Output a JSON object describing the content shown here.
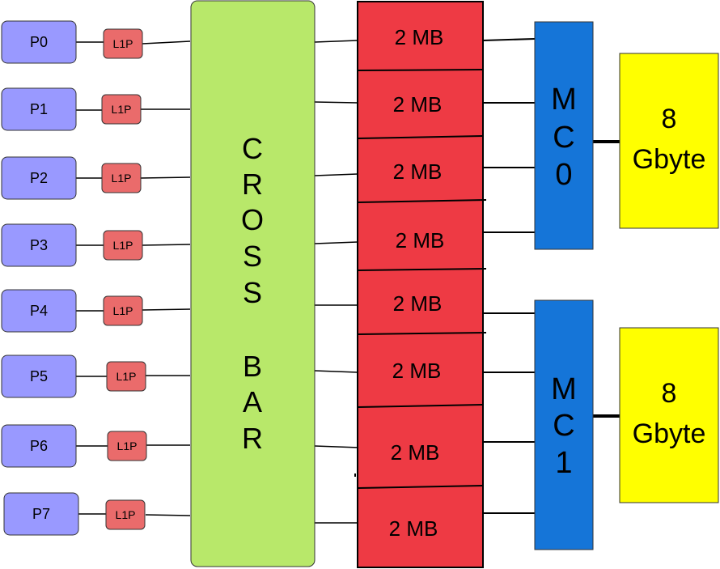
{
  "colors": {
    "processor": "#9999ff",
    "l1p": "#ea6b6b",
    "crossbar": "#b8e86a",
    "cache": "#ee3a44",
    "memory_controller": "#1575d8",
    "memory": "#ffff00",
    "line": "#000000"
  },
  "processors": [
    "P0",
    "P1",
    "P2",
    "P3",
    "P4",
    "P5",
    "P6",
    "P7"
  ],
  "l1p_label": "L1P",
  "crossbar": {
    "letters_top": [
      "C",
      "R",
      "O",
      "S",
      "S"
    ],
    "letters_bottom": [
      "B",
      "A",
      "R"
    ]
  },
  "cache_blocks": [
    "2 MB",
    "2 MB",
    "2 MB",
    "2 MB",
    "2 MB",
    "2 MB",
    "2 MB",
    "2 MB"
  ],
  "memory_controllers": [
    {
      "letters": [
        "M",
        "C",
        "0"
      ]
    },
    {
      "letters": [
        "M",
        "C",
        "1"
      ]
    }
  ],
  "memory_modules": [
    {
      "line1": "8",
      "line2": "Gbyte"
    },
    {
      "line1": "8",
      "line2": "Gbyte"
    }
  ]
}
